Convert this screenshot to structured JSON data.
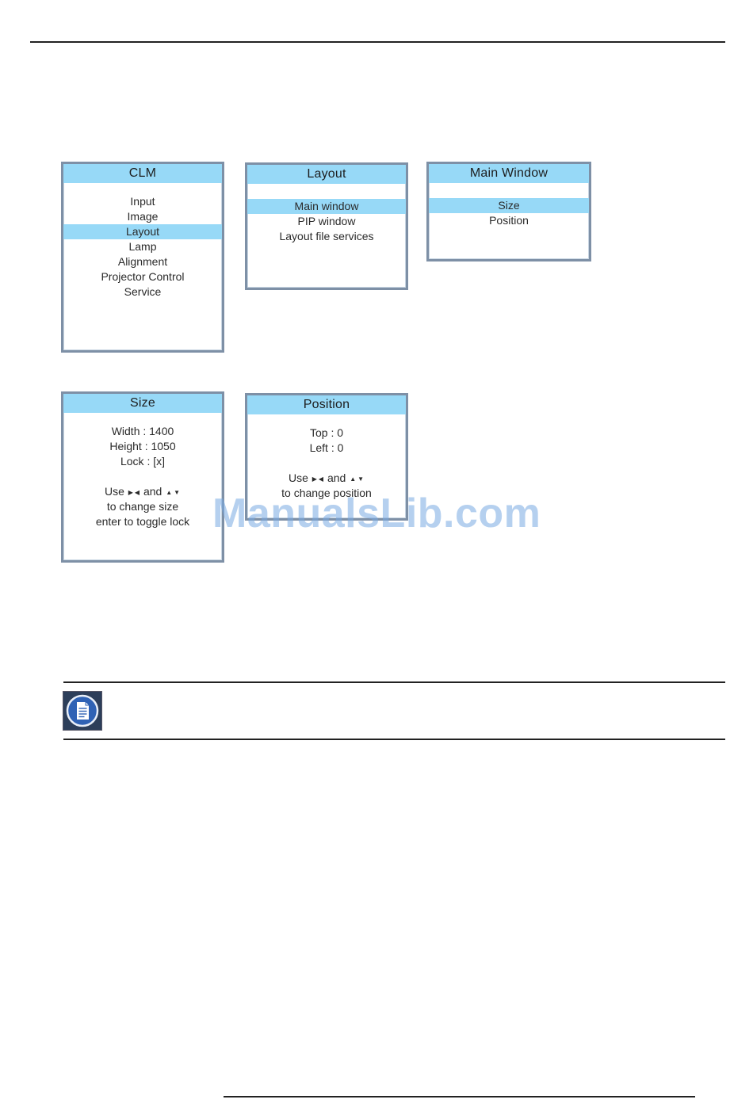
{
  "menus": {
    "clm": {
      "title": "CLM",
      "items": [
        "Input",
        "Image",
        "Layout",
        "Lamp",
        "Alignment",
        "Projector Control",
        "Service"
      ],
      "selected": "Layout"
    },
    "layout": {
      "title": "Layout",
      "items": [
        "Main window",
        "PIP window",
        "Layout file services"
      ],
      "selected": "Main window"
    },
    "main_window": {
      "title": "Main Window",
      "items": [
        "Size",
        "Position"
      ],
      "selected": "Size"
    },
    "size": {
      "title": "Size",
      "values": [
        "Width : 1400",
        "Height : 1050",
        "Lock : [x]"
      ],
      "help_use": "Use",
      "help_and": "and",
      "help_line2": "to change size",
      "help_line3": "enter to toggle lock"
    },
    "position": {
      "title": "Position",
      "values": [
        "Top : 0",
        "Left : 0"
      ],
      "help_use": "Use",
      "help_and": "and",
      "help_line2": "to change position"
    }
  },
  "watermark": "ManualsLib.com",
  "icons": {
    "note": "note-document-icon",
    "arrow_right": "triangle-right-icon",
    "arrow_left": "triangle-left-icon",
    "arrow_up": "triangle-up-icon",
    "arrow_down": "triangle-down-icon"
  },
  "colors": {
    "highlight": "#97d9f7",
    "menu_border": "#7e90a6",
    "icon_background": "#2c3e5a"
  }
}
